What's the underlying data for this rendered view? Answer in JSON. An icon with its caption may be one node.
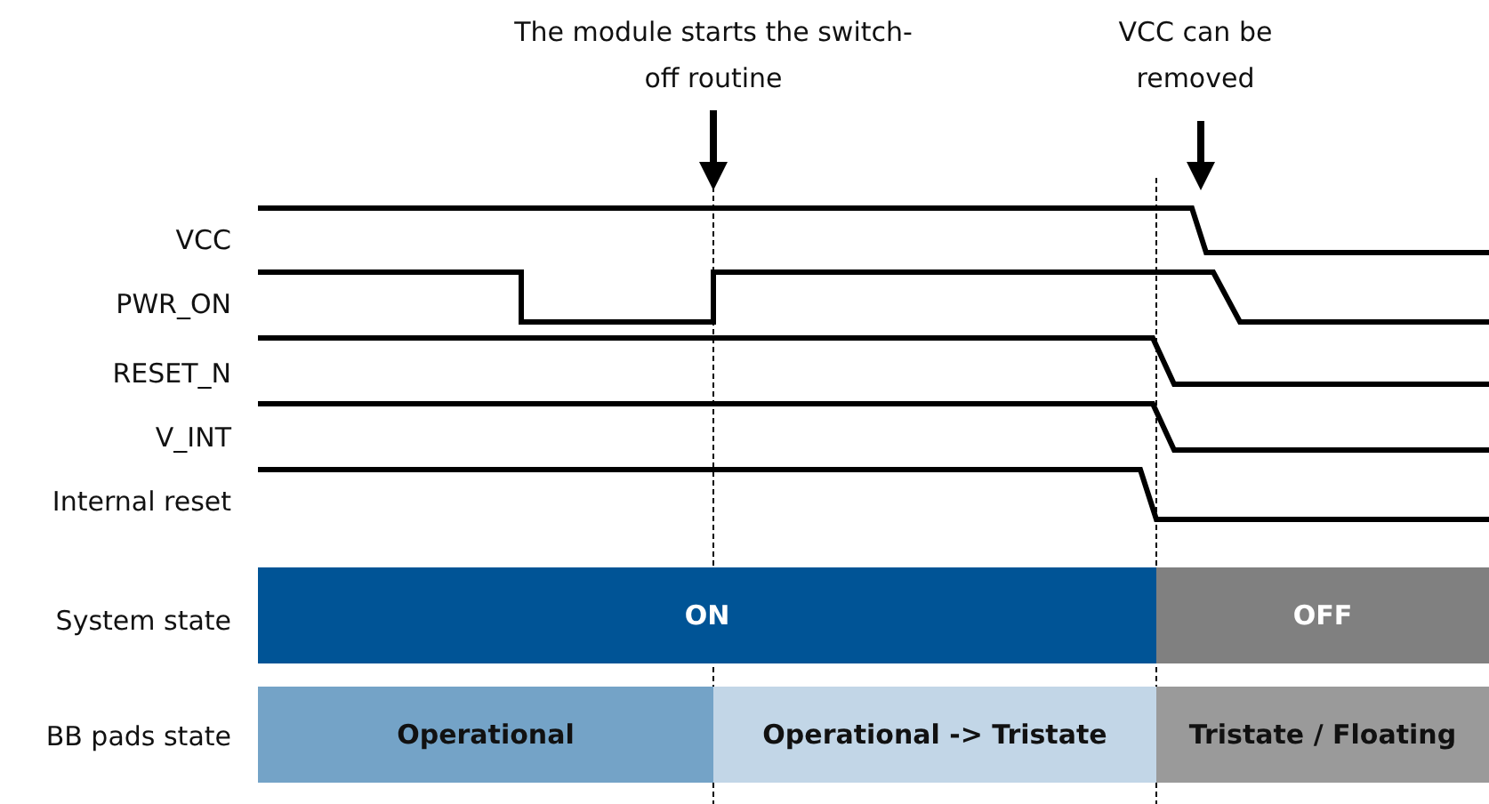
{
  "diagram": {
    "nodes": [
      {
        "text": [
          "The module starts the switch-off routine"
        ]
      },
      {
        "text": [
          "VCC can be removed"
        ]
      },
      {
        "text": [
          "ON"
        ]
      },
      {
        "text": [
          "OFF"
        ]
      },
      {
        "text": [
          "Operational"
        ]
      },
      {
        "text": [
          "Operational -> Tristate"
        ]
      },
      {
        "text": [
          "Tristate / Floating"
        ]
      }
    ],
    "edges": [
      {
        "from": 0,
        "to": null,
        "arrow": "to"
      },
      {
        "from": 1,
        "to": null,
        "arrow": "to"
      }
    ],
    "labels": [
      "VCC",
      "PWR_ON",
      "RESET_N",
      "V_INT",
      "Internal reset",
      "System state",
      "BB pads state"
    ]
  }
}
